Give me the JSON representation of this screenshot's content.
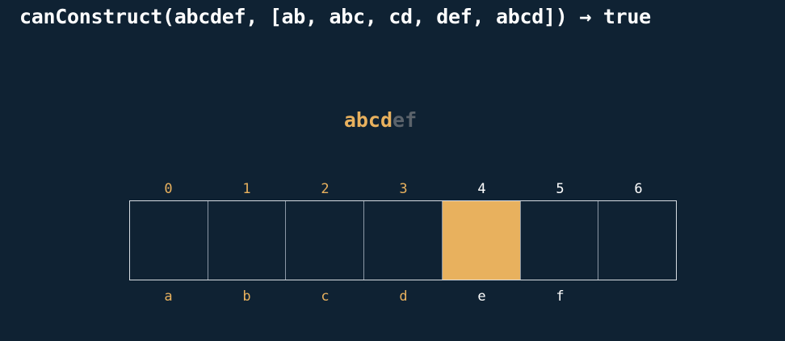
{
  "title": "canConstruct(abcdef, [ab, abc, cd, def, abcd]) → true",
  "target": {
    "matched": "abcd",
    "remaining": "ef"
  },
  "table": {
    "indices": [
      "0",
      "1",
      "2",
      "3",
      "4",
      "5",
      "6"
    ],
    "letters": [
      "a",
      "b",
      "c",
      "d",
      "e",
      "f",
      ""
    ],
    "cells": [
      false,
      false,
      false,
      false,
      true,
      false,
      false
    ],
    "processed_through_index": 3
  },
  "colors": {
    "background": "#0f2233",
    "highlight": "#e8b15e",
    "text": "#ffffff",
    "dim": "#5b636b"
  }
}
